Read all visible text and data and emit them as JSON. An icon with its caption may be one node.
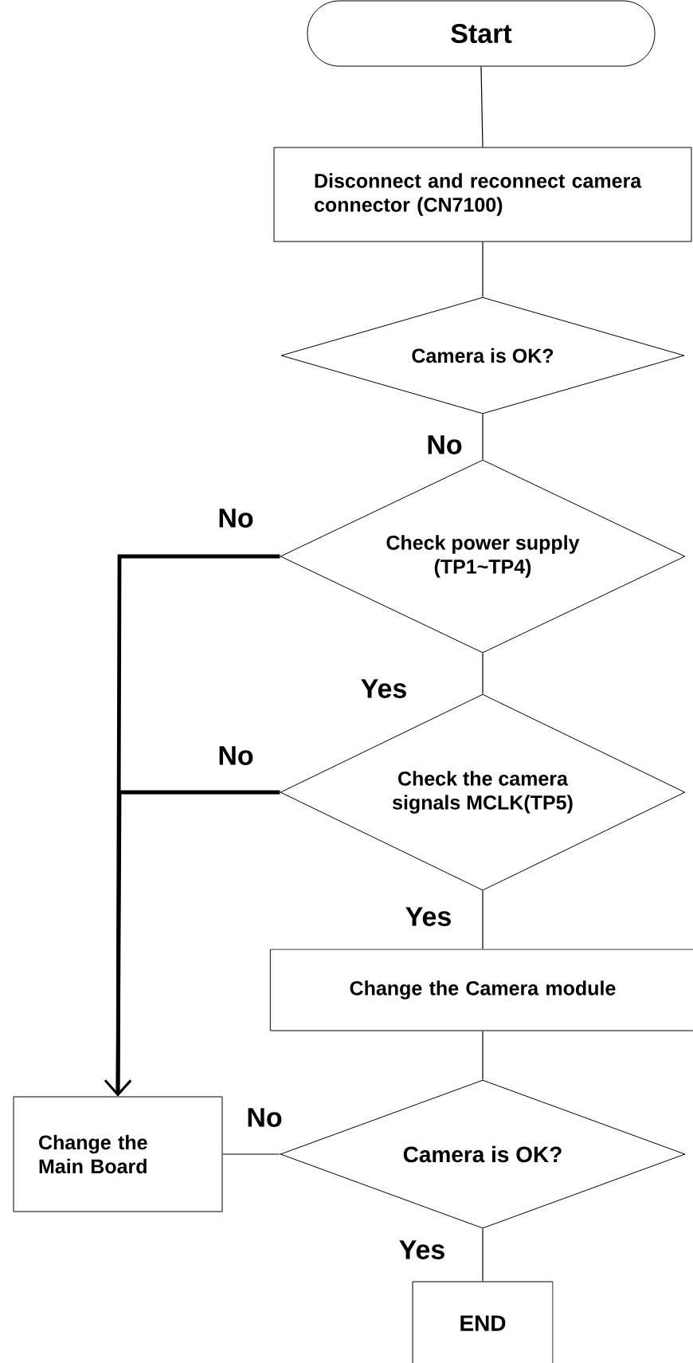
{
  "diagram": {
    "nodes": [
      {
        "text": [
          "Start"
        ]
      },
      {
        "text": [
          "Disconnect and reconnect camera connector (CN7100)"
        ]
      },
      {
        "text": [
          "Camera is OK?"
        ]
      },
      {
        "text": [
          "Check power supply (TP1~TP4)"
        ]
      },
      {
        "text": [
          "Check the camera signals MCLK(TP5)"
        ]
      },
      {
        "text": [
          "Change the Camera module"
        ]
      },
      {
        "text": [
          "Change the Main Board"
        ]
      },
      {
        "text": [
          "Camera is OK?"
        ]
      },
      {
        "text": [
          "END"
        ]
      }
    ],
    "edges": [
      {
        "from": 0,
        "to": 1,
        "arrow": "none"
      },
      {
        "from": 1,
        "to": 2,
        "arrow": "none"
      },
      {
        "from": 2,
        "to": 3,
        "arrow": "none",
        "label": "No"
      },
      {
        "from": 3,
        "to": 6,
        "arrow": "to",
        "label": "No",
        "style": "thick"
      },
      {
        "from": 3,
        "to": 4,
        "arrow": "none",
        "label": "Yes"
      },
      {
        "from": 4,
        "to": 6,
        "arrow": "to",
        "label": "No",
        "style": "thick"
      },
      {
        "from": 4,
        "to": 5,
        "arrow": "none",
        "label": "Yes"
      },
      {
        "from": 5,
        "to": 7,
        "arrow": "none"
      },
      {
        "from": 7,
        "to": 6,
        "arrow": "none",
        "label": "No"
      },
      {
        "from": 7,
        "to": 8,
        "arrow": "none",
        "label": "Yes"
      }
    ]
  }
}
